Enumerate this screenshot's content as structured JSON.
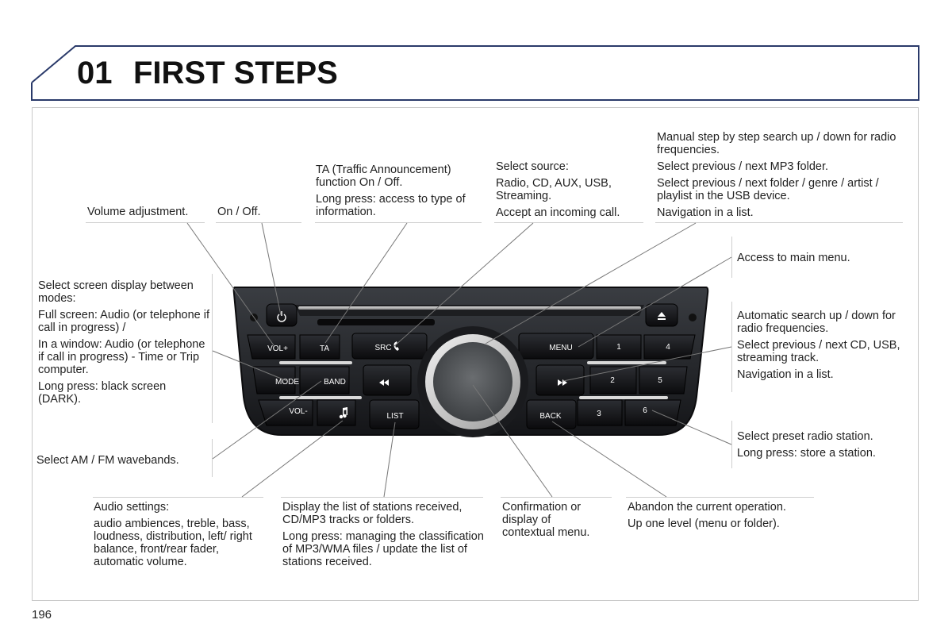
{
  "header": {
    "chapter_number": "01",
    "chapter_title": "FIRST STEPS"
  },
  "page_number": "196",
  "labels": {
    "volume": "Volume adjustment.",
    "onoff": "On / Off.",
    "ta": [
      "TA (Traffic Announcement) function On / Off.",
      "Long press: access to type of information."
    ],
    "source": [
      "Select source:",
      "Radio, CD, AUX, USB, Streaming.",
      "Accept an incoming call."
    ],
    "manual": [
      "Manual step by step search up / down for radio frequencies.",
      "Select previous / next MP3 folder.",
      "Select previous / next folder / genre / artist / playlist in the USB device.",
      "Navigation in a list."
    ],
    "menu": "Access to main menu.",
    "auto": [
      "Automatic search up / down for radio frequencies.",
      "Select previous / next CD, USB, streaming track.",
      "Navigation in a list."
    ],
    "preset": [
      "Select preset radio station.",
      "Long press: store a station."
    ],
    "screen": [
      "Select screen display between modes:",
      "Full screen: Audio (or telephone if call in progress) /",
      "In a window: Audio (or telephone if call in progress) - Time or Trip computer.",
      "Long press: black screen (DARK)."
    ],
    "band": "Select AM / FM wavebands.",
    "audio": [
      "Audio settings:",
      "audio ambiences, treble, bass, loudness, distribution, left/ right balance, front/rear fader, automatic volume."
    ],
    "list": [
      "Display the list of stations received, CD/MP3 tracks or folders.",
      "Long press: managing the classification of MP3/WMA files / update the list of stations received."
    ],
    "confirm": "Confirmation or display of contextual menu.",
    "abandon": [
      "Abandon the current operation.",
      "Up one level (menu or folder)."
    ]
  },
  "panel_buttons": {
    "vol_plus": "VOL+",
    "ta": "TA",
    "src": "SRC",
    "menu": "MENU",
    "mode": "MODE",
    "band": "BAND",
    "vol_minus": "VOL-",
    "list": "LIST",
    "back": "BACK",
    "presets": [
      "1",
      "2",
      "3",
      "4",
      "5",
      "6"
    ]
  },
  "icons": [
    "power-icon",
    "eject-icon",
    "phone-icon",
    "rewind-icon",
    "fast-forward-icon",
    "music-note-icon"
  ]
}
